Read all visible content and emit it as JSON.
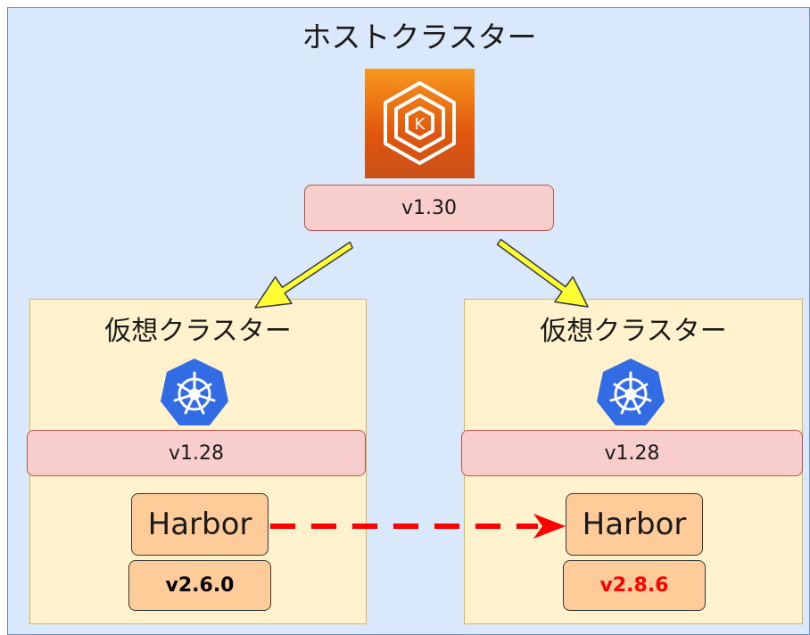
{
  "host_cluster": {
    "title": "ホストクラスター",
    "icon": "eks-icon",
    "version": "v1.30"
  },
  "virtual_clusters": [
    {
      "title": "仮想クラスター",
      "icon": "kubernetes-icon",
      "version": "v1.28",
      "app": {
        "name": "Harbor",
        "version": "v2.6.0",
        "version_color": "#000000"
      }
    },
    {
      "title": "仮想クラスター",
      "icon": "kubernetes-icon",
      "version": "v1.28",
      "app": {
        "name": "Harbor",
        "version": "v2.8.6",
        "version_color": "#ff0000"
      }
    }
  ],
  "colors": {
    "host_fill": "#dae8fc",
    "virtual_fill": "#fff2cc",
    "version_fill": "#f8cecc",
    "harbor_fill": "#ffcc99",
    "arrow_yellow": "#ffff33",
    "migration_arrow": "#ff0000"
  }
}
